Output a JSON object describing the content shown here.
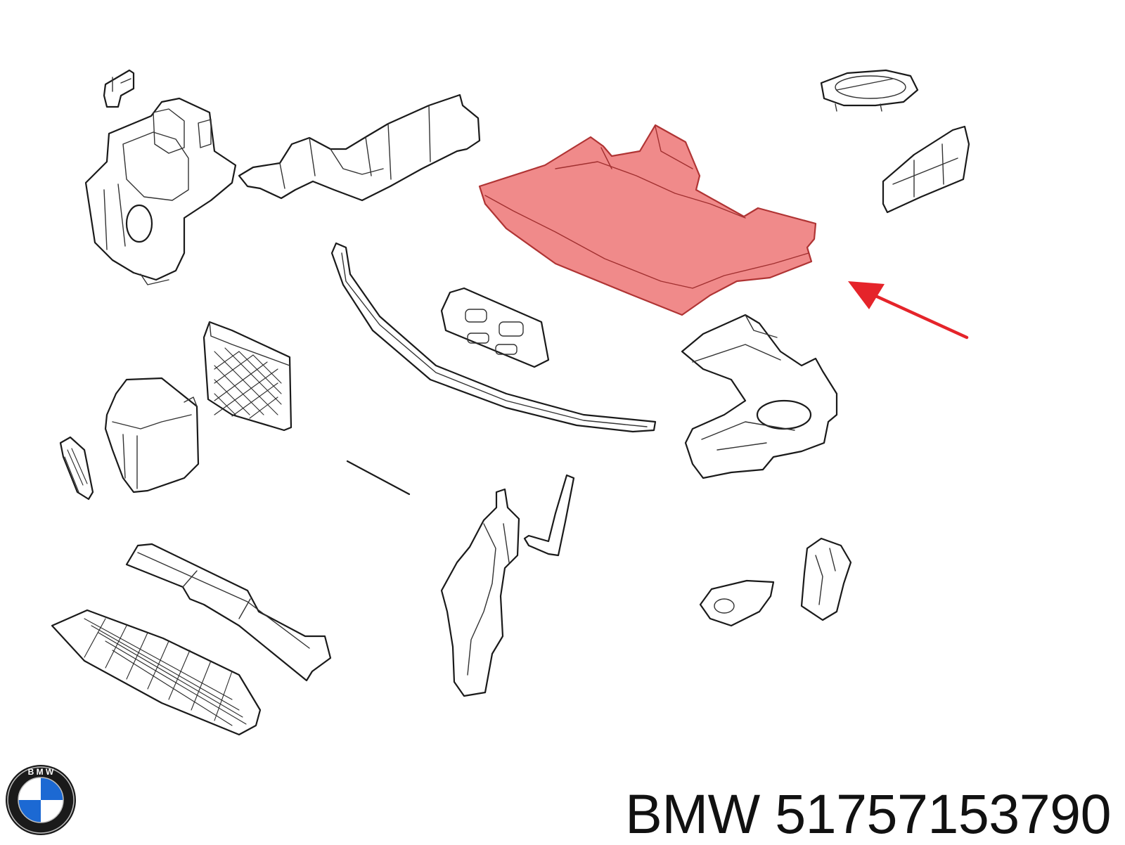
{
  "figure": {
    "highlight_color": "#f08a8a",
    "arrow_color": "#e5242a",
    "brand_logo": "bmw-roundel"
  },
  "caption": {
    "brand": "BMW",
    "part_number": "51757153790"
  }
}
